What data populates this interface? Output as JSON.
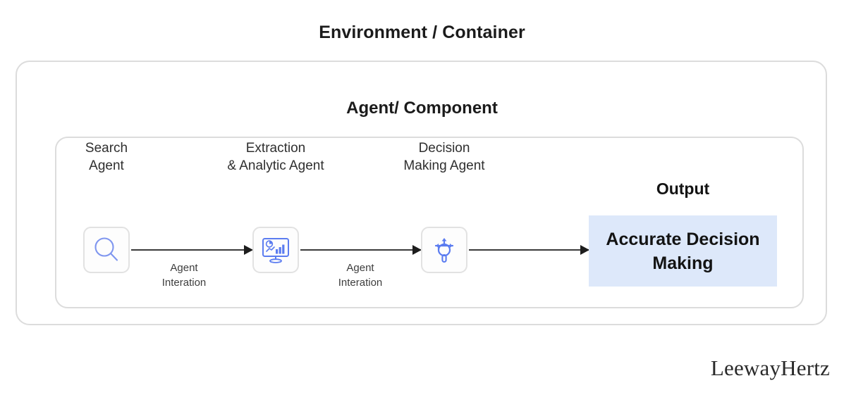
{
  "diagram": {
    "env_title": "Environment / Container",
    "agent_title": "Agent/ Component",
    "brand": "LeewayHertz",
    "accent_color": "#5b7cf0",
    "output_box_color": "#dde8fa",
    "border_color": "#dcdcdc",
    "arrow_color": "#3a3a3a",
    "nodes": [
      {
        "id": "search",
        "label": "Search\nAgent",
        "icon": "magnifier-icon"
      },
      {
        "id": "extract",
        "label": "Extraction\n& Analytic Agent",
        "icon": "analytics-monitor-icon"
      },
      {
        "id": "decision",
        "label": "Decision\nMaking Agent",
        "icon": "decision-routing-icon"
      }
    ],
    "connectors": [
      {
        "id": "1",
        "label": "Agent\nInteration"
      },
      {
        "id": "2",
        "label": "Agent\nInteration"
      }
    ],
    "output": {
      "title": "Output",
      "text": "Accurate Decision\nMaking"
    }
  }
}
